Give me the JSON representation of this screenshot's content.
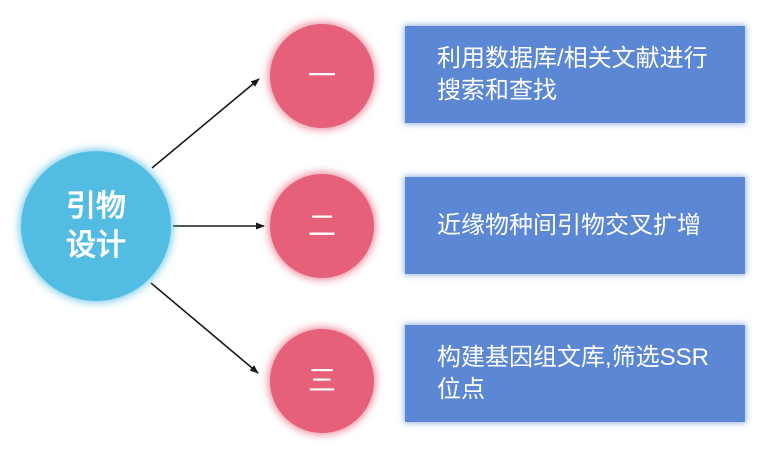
{
  "diagram": {
    "title": "primer-design-flow",
    "root": {
      "label": "引物\n设计"
    },
    "branches": [
      {
        "number": "一",
        "text": "利用数据库/相关文献进行搜索和查找"
      },
      {
        "number": "二",
        "text": "近缘物种间引物交叉扩增"
      },
      {
        "number": "三",
        "text": "构建基因组文库,筛选SSR位点"
      }
    ],
    "colors": {
      "root_fill": "#53BCE3",
      "step_fill": "#E6607A",
      "box_fill": "#5B87D5",
      "text": "#FFFFFF",
      "arrow": "#1A1A1A",
      "background": "#FFFFFF"
    }
  }
}
